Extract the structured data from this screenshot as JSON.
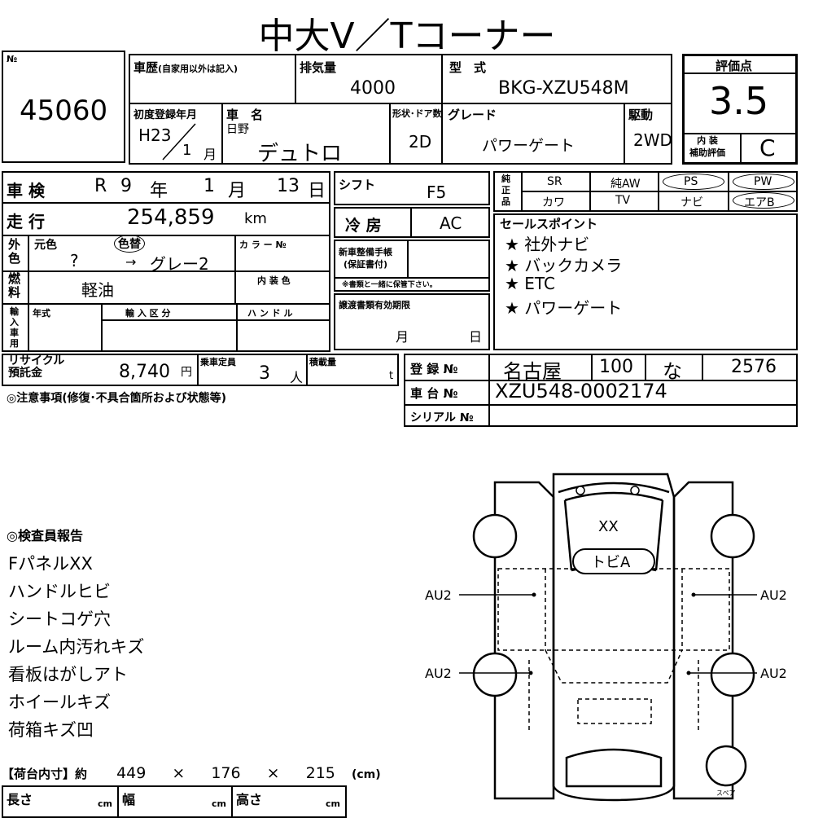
{
  "sheet": {
    "title": "中大V／Tコーナー",
    "lot_label": "№",
    "lot_number": "45060"
  },
  "header": {
    "history_label": "車歴",
    "history_note": "(自家用以外は記入)",
    "displacement_label": "排気量",
    "displacement": "4000",
    "model_type_label": "型　式",
    "model_type": "BKG-XZU548M",
    "first_reg_label": "初度登録年月",
    "first_reg_era": "H23",
    "first_reg_month": "1",
    "month_unit": "月",
    "car_name_label": "車　名",
    "maker": "日野",
    "car_name": "デュトロ",
    "doors_label": "形状･ドア数",
    "doors": "2D",
    "grade_label": "グレード",
    "grade": "パワーゲート",
    "drive_label": "駆動",
    "drive": "2WD"
  },
  "score": {
    "label": "評価点",
    "value": "3.5",
    "interior_label_1": "内 装",
    "interior_label_2": "補助評価",
    "interior_value": "C"
  },
  "inspection": {
    "label": "車 検",
    "era": "R",
    "year": "9",
    "year_unit": "年",
    "month": "1",
    "month_unit": "月",
    "day": "13",
    "day_unit": "日"
  },
  "mileage": {
    "label": "走 行",
    "value": "254,859",
    "unit": "km"
  },
  "color": {
    "side_label": "外色",
    "original_label": "元色",
    "repaint_label": "色替",
    "color_no_label": "カ ラ ー №",
    "original": "?",
    "arrow": "→",
    "current": "グレー2"
  },
  "fuel": {
    "label": "燃料",
    "value": "軽油",
    "interior_color_label": "内 装 色"
  },
  "import": {
    "label": "輸入車用",
    "year_label": "年式",
    "type_label": "輸 入 区 分",
    "handle_label": "ハ ン ド ル"
  },
  "transmission": {
    "label": "シフト",
    "value": "F5",
    "ac_label": "冷 房",
    "ac_value": "AC"
  },
  "booklet": {
    "label_1": "新車整備手帳",
    "label_2": "(保証書付)",
    "note": "※書類と一緒に保管下さい。"
  },
  "transfer": {
    "label": "譲渡書類有効期限",
    "month_unit": "月",
    "day_unit": "日"
  },
  "equipment": {
    "label": "純正品",
    "row1": [
      "SR",
      "純AW",
      "PS",
      "PW"
    ],
    "row2": [
      "カワ",
      "TV",
      "ナビ",
      "エアB"
    ]
  },
  "sales_points": {
    "label": "セールスポイント",
    "bullet": "★",
    "items": [
      "社外ナビ",
      "バックカメラ",
      "ETC",
      "パワーゲート"
    ]
  },
  "recycle": {
    "label_1": "リサイクル",
    "label_2": "預託金",
    "value": "8,740",
    "unit": "円",
    "capacity_label": "乗車定員",
    "capacity": "3",
    "capacity_unit": "人",
    "load_label": "積載量",
    "load_unit": "t"
  },
  "registration": {
    "reg_label": "登 録 №",
    "region": "名古屋",
    "class_no": "100",
    "kana": "な",
    "number": "2576",
    "chassis_label": "車 台 №",
    "chassis": "XZU548-0002174",
    "serial_label": "シリアル №"
  },
  "notes": {
    "label": "◎注意事項(修復･不具合箇所および状態等)"
  },
  "inspector_report": {
    "label": "◎検査員報告",
    "items": [
      "FパネルXX",
      "ハンドルヒビ",
      "シートコゲ穴",
      "ルーム内汚れキズ",
      "看板はがしアト",
      "ホイールキズ",
      "荷箱キズ凹"
    ]
  },
  "diagram": {
    "roof_mark": "XX",
    "visor_mark": "トビA",
    "left_upper": "AU2",
    "right_upper": "AU2",
    "left_lower": "AU2",
    "right_lower": "AU2",
    "spare_label": "スペア"
  },
  "cargo": {
    "label": "【荷台内寸】約",
    "length": "449",
    "width": "176",
    "height": "215",
    "times": "×",
    "unit": "(cm)",
    "length_label": "長さ",
    "width_label": "幅",
    "height_label": "高さ",
    "cm": "cm"
  }
}
